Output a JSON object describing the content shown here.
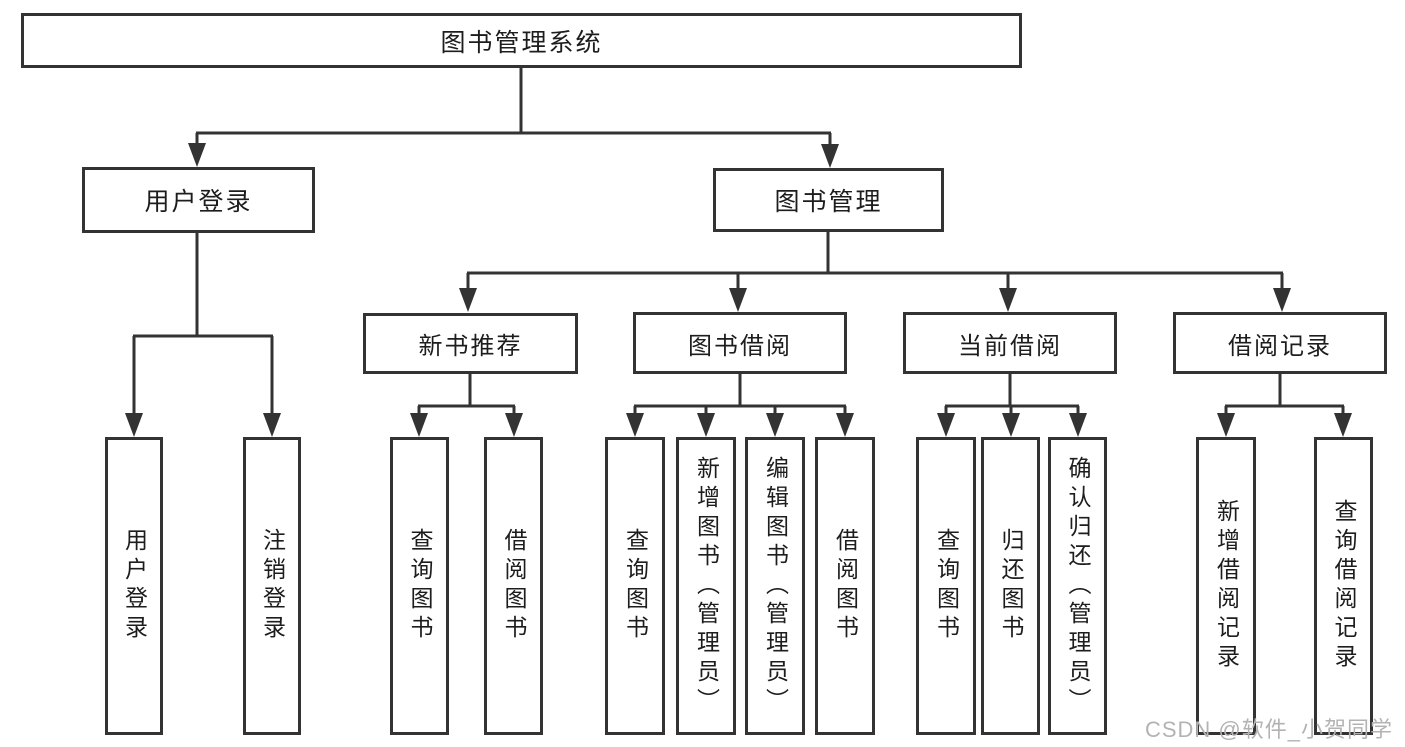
{
  "diagram": {
    "title": "图书管理系统",
    "level2": [
      "用户登录",
      "图书管理"
    ],
    "level3": [
      "新书推荐",
      "图书借阅",
      "当前借阅",
      "借阅记录"
    ],
    "leaves": {
      "user_login": [
        "用户登录",
        "注销登录"
      ],
      "new_book": [
        "查询图书",
        "借阅图书"
      ],
      "book_borrow": [
        "查询图书",
        "新增图书（管理员）",
        "编辑图书（管理员）",
        "借阅图书"
      ],
      "current_borrow": [
        "查询图书",
        "归还图书",
        "确认归还（管理员）"
      ],
      "borrow_record": [
        "新增借阅记录",
        "查询借阅记录"
      ]
    },
    "watermark": "CSDN @软件_小贺同学"
  },
  "colors": {
    "line": "#333333",
    "text": "#1d1d1d",
    "watermark": "#b3b3b3",
    "background": "#ffffff"
  }
}
